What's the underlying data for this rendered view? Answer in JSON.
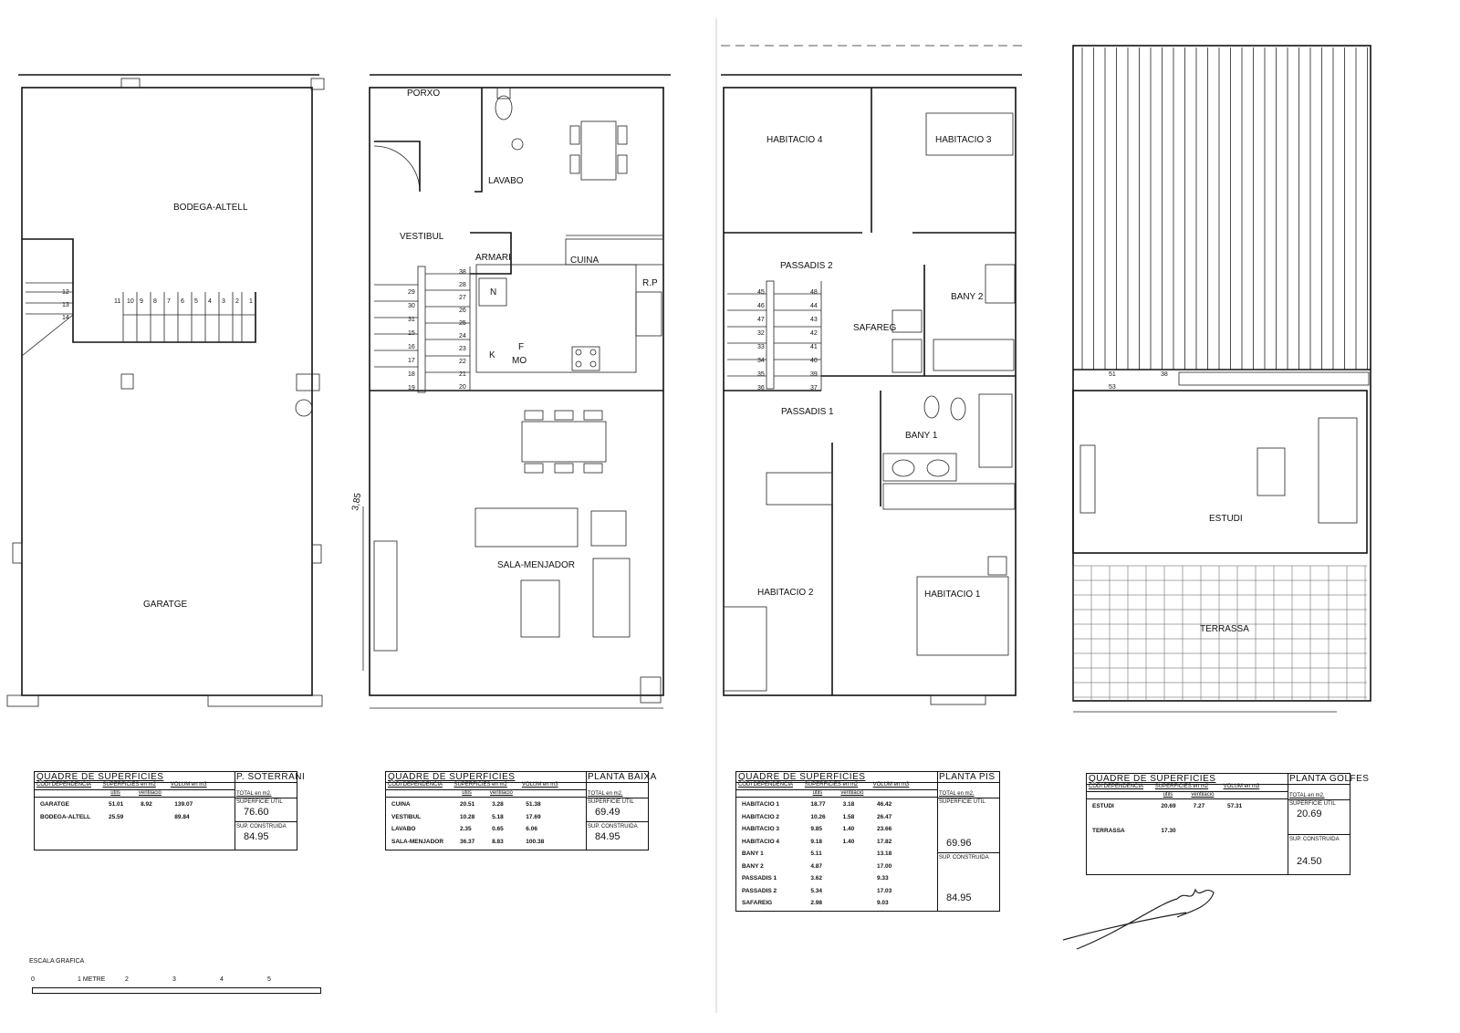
{
  "plans": {
    "soterrani": {
      "rooms": [
        "BODEGA-ALTELL",
        "GARATGE"
      ],
      "stair_numbers": [
        "1",
        "2",
        "3",
        "4",
        "5",
        "6",
        "7",
        "8",
        "9",
        "10",
        "11",
        "12",
        "13",
        "14"
      ]
    },
    "baixa": {
      "rooms": [
        "PORXO",
        "LAVABO",
        "VESTIBUL",
        "ARMARI",
        "CUINA",
        "R.P",
        "N",
        "K",
        "F",
        "MO",
        "SALA-MENJADOR"
      ],
      "dimension": "3,85",
      "stair_numbers": [
        "15",
        "16",
        "17",
        "18",
        "19",
        "20",
        "21",
        "22",
        "23",
        "24",
        "25",
        "26",
        "27",
        "28",
        "29",
        "30",
        "31",
        "38"
      ]
    },
    "pis": {
      "rooms": [
        "HABITACIO 4",
        "HABITACIO 3",
        "PASSADIS 2",
        "BANY 2",
        "SAFAREG",
        "PASSADIS 1",
        "BANY 1",
        "HABITACIO 2",
        "HABITACIO 1"
      ],
      "stair_numbers": [
        "32",
        "33",
        "34",
        "35",
        "36",
        "37",
        "39",
        "40",
        "41",
        "42",
        "43",
        "44",
        "45",
        "46",
        "47",
        "48"
      ]
    },
    "golfes": {
      "rooms": [
        "ESTUDI",
        "TERRASSA"
      ],
      "stair_numbers": [
        "51",
        "53",
        "38"
      ]
    }
  },
  "tables": [
    {
      "title": "QUADRE DE SUPERFICIES",
      "col_dep": "CODI DEPENDENCIA",
      "col_sup": "SUPERFICIES en m2",
      "col_vol": "VOLUM en m3",
      "sub_util": "útils",
      "sub_vent": "ventilació",
      "plant": "P. SOTERRANI",
      "total_label": "TOTAL en m2.",
      "util_label": "SUPERFICIE UTIL",
      "util_value": "76.60",
      "constr_label": "SUP. CONSTRUIDA",
      "constr_value": "84.95",
      "rows": [
        {
          "name": "GARATGE",
          "util": "51.01",
          "vent": "8.92",
          "vol": "139.07"
        },
        {
          "name": "BODEGA-ALTELL",
          "util": "25.59",
          "vent": "",
          "vol": "89.84"
        }
      ]
    },
    {
      "title": "QUADRE DE SUPERFICIES",
      "col_dep": "CODI DEPENDENCIA",
      "col_sup": "SUPERFICIES en m2",
      "col_vol": "VOLUM en m3",
      "sub_util": "útils",
      "sub_vent": "ventilació",
      "plant": "PLANTA BAIXA",
      "total_label": "TOTAL en m2.",
      "util_label": "SUPERFICIE UTIL",
      "util_value": "69.49",
      "constr_label": "SUP. CONSTRUIDA",
      "constr_value": "84.95",
      "rows": [
        {
          "name": "CUINA",
          "util": "20.51",
          "vent": "3.28",
          "vol": "51.38"
        },
        {
          "name": "VESTIBUL",
          "util": "10.28",
          "vent": "5.18",
          "vol": "17.69"
        },
        {
          "name": "LAVABO",
          "util": "2.35",
          "vent": "0.65",
          "vol": "6.06"
        },
        {
          "name": "SALA-MENJADOR",
          "util": "36.37",
          "vent": "8.83",
          "vol": "100.38"
        }
      ]
    },
    {
      "title": "QUADRE DE SUPERFICIES",
      "col_dep": "CODI DEPENDENCIA",
      "col_sup": "SUPERFICIES en m2",
      "col_vol": "VOLUM en m3",
      "sub_util": "útils",
      "sub_vent": "ventilació",
      "plant": "PLANTA PIS",
      "total_label": "TOTAL en m2.",
      "util_label": "SUPERFICIE UTIL",
      "util_value": "69.96",
      "constr_label": "SUP. CONSTRUIDA",
      "constr_value": "84.95",
      "rows": [
        {
          "name": "HABITACIO 1",
          "util": "18.77",
          "vent": "3.18",
          "vol": "46.42"
        },
        {
          "name": "HABITACIO 2",
          "util": "10.26",
          "vent": "1.58",
          "vol": "26.47"
        },
        {
          "name": "HABITACIO 3",
          "util": "9.85",
          "vent": "1.40",
          "vol": "23.66"
        },
        {
          "name": "HABITACIO 4",
          "util": "9.18",
          "vent": "1.40",
          "vol": "17.82"
        },
        {
          "name": "BANY 1",
          "util": "5.11",
          "vent": "",
          "vol": "13.18"
        },
        {
          "name": "BANY 2",
          "util": "4.87",
          "vent": "",
          "vol": "17.00"
        },
        {
          "name": "PASSADIS 1",
          "util": "3.62",
          "vent": "",
          "vol": "9.33"
        },
        {
          "name": "PASSADIS 2",
          "util": "5.34",
          "vent": "",
          "vol": "17.03"
        },
        {
          "name": "SAFAREIG",
          "util": "2.98",
          "vent": "",
          "vol": "9.03"
        }
      ]
    },
    {
      "title": "QUADRE DE SUPERFICIES",
      "col_dep": "CODI DEPENDENCIA",
      "col_sup": "SUPERFICIES en m2",
      "col_vol": "VOLUM en m3",
      "sub_util": "útils",
      "sub_vent": "ventilació",
      "plant": "PLANTA GOLFES",
      "total_label": "TOTAL en m2.",
      "util_label": "SUPERFICIE UTIL",
      "util_value": "20.69",
      "constr_label": "SUP. CONSTRUIDA",
      "constr_value": "24.50",
      "rows": [
        {
          "name": "ESTUDI",
          "util": "20.69",
          "vent": "7.27",
          "vol": "57.31"
        },
        {
          "name": "",
          "util": "",
          "vent": "",
          "vol": ""
        },
        {
          "name": "TERRASSA",
          "util": "17.30",
          "vent": "",
          "vol": ""
        }
      ]
    }
  ],
  "scale": {
    "title": "ESCALA GRAFICA",
    "ticks": [
      "0",
      "1 METRE",
      "2",
      "3",
      "4",
      "5"
    ]
  }
}
